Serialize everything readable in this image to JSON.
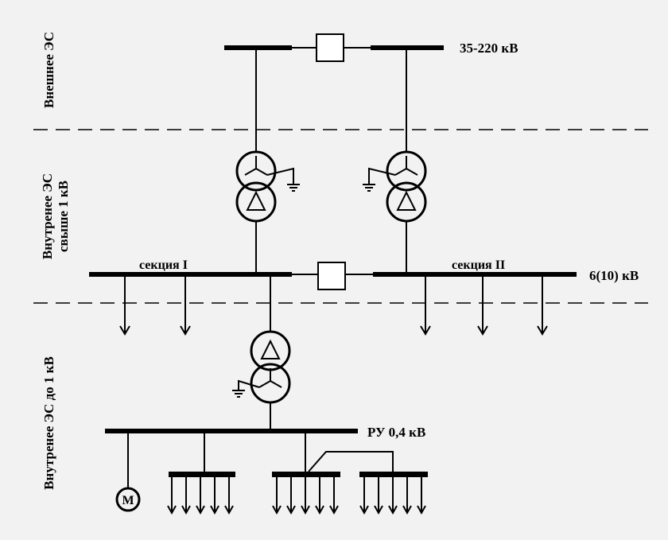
{
  "zones": {
    "external": "Внешнее ЭС",
    "internal_above_1kv_line1": "Внутренее ЭС",
    "internal_above_1kv_line2": "свыше 1 кВ",
    "internal_below_1kv": "Внутренее ЭС до 1 кВ"
  },
  "labels": {
    "voltage_high": "35-220 кВ",
    "voltage_mid": "6(10) кВ",
    "section_1": "секция I",
    "section_2": "секция II",
    "ru_04": "РУ 0,4 кВ",
    "motor": "M"
  }
}
